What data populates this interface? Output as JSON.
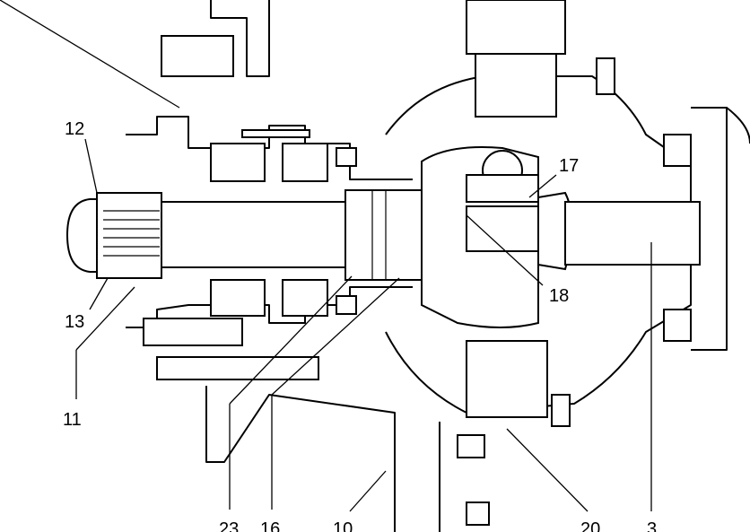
{
  "diagram": {
    "type": "cross-section",
    "callouts": {
      "c12": "12",
      "c17": "17",
      "c13": "13",
      "c18": "18",
      "c11": "11",
      "c23": "23",
      "c16": "16",
      "c10": "10",
      "c20": "20",
      "c3": "3"
    }
  }
}
